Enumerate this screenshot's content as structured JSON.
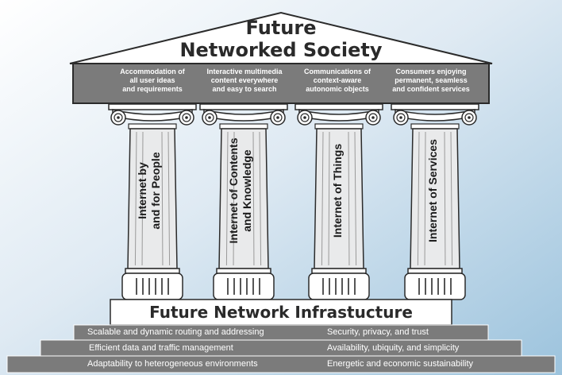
{
  "diagram": {
    "roof": {
      "title_line1": "Future",
      "title_line2": "Networked Society"
    },
    "frieze": [
      "Accommodation of\nall user ideas\nand requirements",
      "Interactive multimedia\ncontent everywhere\nand easy to search",
      "Communications of\ncontext-aware\nautonomic objects",
      "Consumers enjoying\npermanent, seamless\nand confident services"
    ],
    "pillars": [
      "Internet by\nand for People",
      "Internet of Contents\nand Knowledge",
      "Internet of Things",
      "Internet of Services"
    ],
    "infrastructure_title": "Future Network Infrastucture",
    "steps": [
      {
        "left": "Scalable and dynamic routing and addressing",
        "right": "Security, privacy, and trust"
      },
      {
        "left": "Efficient data and traffic management",
        "right": "Availability, ubiquity, and simplicity"
      },
      {
        "left": "Adaptability to heterogeneous environments",
        "right": "Energetic and economic sustainability"
      }
    ],
    "colors": {
      "background_top": "#ffffff",
      "background_bottom": "#9cc3dd",
      "roof_fill": "#ffffff",
      "frieze_fill": "#7b7b7b",
      "step_fill": "#7b7b7b",
      "column_fill": "#e9eaeb",
      "outline": "#2b2b2b"
    }
  }
}
